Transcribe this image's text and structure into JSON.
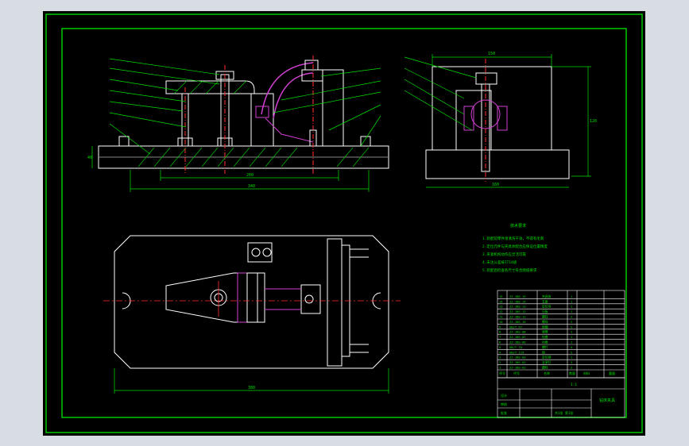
{
  "drawing": {
    "background": "#000000",
    "frame_color": "#00c800",
    "line_color": "#ffffff",
    "annotation_color": "#00e000",
    "centerline_color": "#ff3030",
    "hidden_color": "#d040d0",
    "notes_title": "技术要求",
    "notes": [
      "1.装配前零件须清洗干净，不得有毛刺",
      "2.定位元件与夹具体配合应保证位置精度",
      "3.夹紧机构动作应灵活可靠",
      "4.未注公差按IT14级",
      "5.装配后检查各尺寸符合图纸要求"
    ],
    "dims": {
      "front_width": "340",
      "front_inner": "260",
      "side_width": "150",
      "side_height": "120",
      "side_base": "160",
      "top_width": "380",
      "height_left": "40"
    },
    "bom_rows": [
      {
        "code": "ZJ-1BS-15",
        "name": "夹具体",
        "qty": "1"
      },
      {
        "code": "ZJ-1BS-14",
        "name": "支座",
        "qty": "1"
      },
      {
        "code": "ZJ-1BS-13",
        "name": "定位块",
        "qty": "1"
      },
      {
        "code": "ZJ-1BS-12",
        "name": "压板",
        "qty": "1"
      },
      {
        "code": "ZJ-1BS-11",
        "name": "螺柱",
        "qty": "2"
      },
      {
        "code": "ZJ-1BS-10",
        "name": "螺母",
        "qty": "2"
      },
      {
        "code": "GB/T 97",
        "name": "垫圈",
        "qty": "2"
      },
      {
        "code": "ZJ-1BS-08",
        "name": "弹簧",
        "qty": "1"
      },
      {
        "code": "ZJ-1BS-07",
        "name": "钻套",
        "qty": "1"
      },
      {
        "code": "ZJ-1BS-06",
        "name": "衬套",
        "qty": "1"
      },
      {
        "code": "GB/T 70",
        "name": "螺钉",
        "qty": "4"
      },
      {
        "code": "GB/T 119",
        "name": "销",
        "qty": "2"
      },
      {
        "code": "ZJ-1BS-03",
        "name": "定位销",
        "qty": "1"
      },
      {
        "code": "ZJ-1BS-02",
        "name": "支承钉",
        "qty": "3"
      },
      {
        "code": "ZJ-1BS-01",
        "name": "螺栓",
        "qty": "2"
      }
    ],
    "bom_header": {
      "index": "序号",
      "code": "代号",
      "name": "名称",
      "qty": "数量",
      "material": "材料",
      "mass": "重量"
    },
    "title_block": {
      "title": "钻床夹具",
      "scale": "1:1",
      "sheet": "共1张 第1张",
      "design": "设计",
      "check": "审核",
      "approve": "批准"
    }
  }
}
